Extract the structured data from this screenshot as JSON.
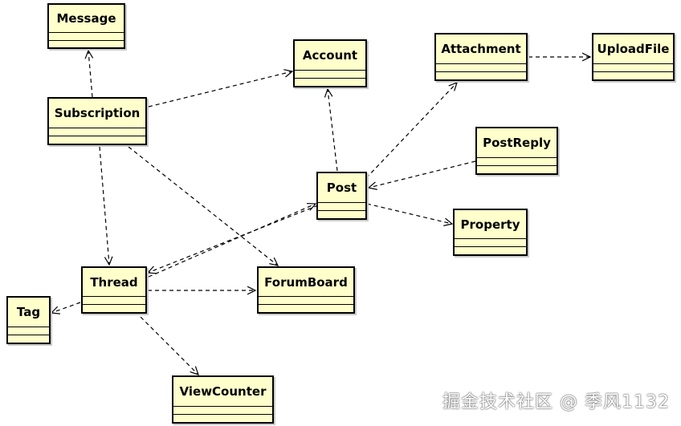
{
  "classes": {
    "message": "Message",
    "account": "Account",
    "attachment": "Attachment",
    "uploadfile": "UploadFile",
    "subscription": "Subscription",
    "postreply": "PostReply",
    "post": "Post",
    "property": "Property",
    "thread": "Thread",
    "forumboard": "ForumBoard",
    "tag": "Tag",
    "viewcounter": "ViewCounter"
  },
  "dependencies": [
    {
      "from": "subscription",
      "to": "message"
    },
    {
      "from": "subscription",
      "to": "account"
    },
    {
      "from": "subscription",
      "to": "thread"
    },
    {
      "from": "subscription",
      "to": "forumboard"
    },
    {
      "from": "post",
      "to": "account"
    },
    {
      "from": "post",
      "to": "attachment"
    },
    {
      "from": "post",
      "to": "property"
    },
    {
      "from": "post",
      "to": "thread"
    },
    {
      "from": "attachment",
      "to": "uploadfile"
    },
    {
      "from": "postreply",
      "to": "post"
    },
    {
      "from": "thread",
      "to": "post"
    },
    {
      "from": "thread",
      "to": "forumboard"
    },
    {
      "from": "thread",
      "to": "tag"
    },
    {
      "from": "thread",
      "to": "viewcounter"
    }
  ],
  "watermark": "掘金技术社区 @ 季风1132",
  "colors": {
    "class_fill": "#ffffcc",
    "line": "#000000"
  }
}
